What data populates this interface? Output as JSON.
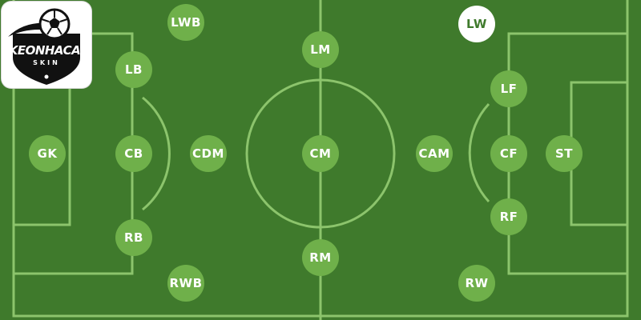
{
  "colors": {
    "pitch": "#3f7a2c",
    "line": "#8cc46c",
    "marker": "#6fb04a",
    "marker_text": "#ffffff",
    "highlight": "#ffffff",
    "highlight_text": "#3f7a2c"
  },
  "logo": {
    "main": "KEONHACAI",
    "sub": "SKIN"
  },
  "positions": {
    "lwb": "LWB",
    "lm": "LM",
    "lw": "LW",
    "lb": "LB",
    "lf": "LF",
    "gk": "GK",
    "cb": "CB",
    "cdm": "CDM",
    "cm": "CM",
    "cam": "CAM",
    "cf": "CF",
    "st": "ST",
    "rb": "RB",
    "rf": "RF",
    "rwb": "RWB",
    "rm": "RM",
    "rw": "RW"
  },
  "highlighted": "lw"
}
